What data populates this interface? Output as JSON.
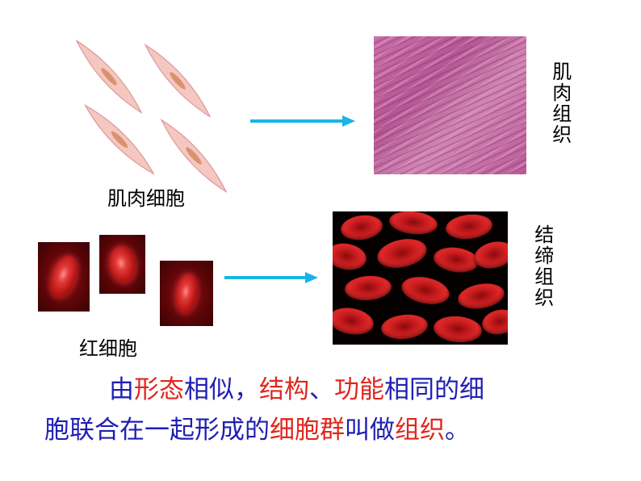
{
  "labels": {
    "muscle_cell": "肌肉细胞",
    "muscle_tissue": "肌肉组织",
    "red_blood_cell": "红细胞",
    "connective_tissue": "结缔组织"
  },
  "sentence": {
    "line1": [
      {
        "text": "由",
        "emphasis": false
      },
      {
        "text": "形态",
        "emphasis": true
      },
      {
        "text": "相似，",
        "emphasis": false
      },
      {
        "text": "结构",
        "emphasis": true
      },
      {
        "text": "、",
        "emphasis": false
      },
      {
        "text": "功能",
        "emphasis": true
      },
      {
        "text": "相同的细",
        "emphasis": false
      }
    ],
    "line2": [
      {
        "text": "胞联合在一起形成的",
        "emphasis": false
      },
      {
        "text": "细胞群",
        "emphasis": true
      },
      {
        "text": "叫做",
        "emphasis": false
      },
      {
        "text": "组织",
        "emphasis": true
      },
      {
        "text": "。",
        "emphasis": false
      }
    ]
  },
  "colors": {
    "text_blue": "#1f1fb4",
    "emphasis_red": "#e0271e",
    "arrow_cyan": "#1ab4e6",
    "muscle_pink": "#c06ea6",
    "blood_red": "#c71b1d"
  },
  "icons": {
    "arrow": "right-arrow-icon",
    "muscle_cell": "spindle-muscle-cell-icon",
    "red_blood_cell": "red-blood-cell-icon"
  }
}
